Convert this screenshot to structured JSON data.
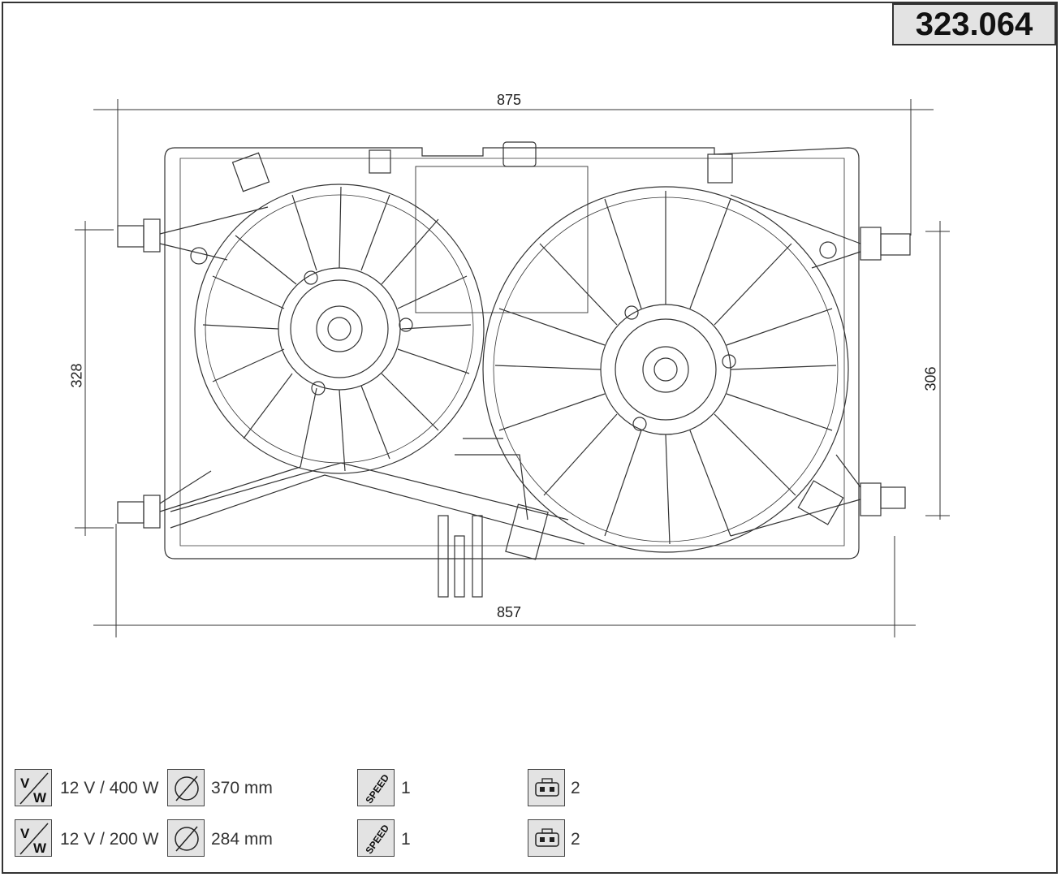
{
  "part_number": "323.064",
  "dimensions": {
    "top_width": "875",
    "bottom_width": "857",
    "left_height": "328",
    "right_height": "306"
  },
  "specs": [
    {
      "voltage_icon": "V/W",
      "voltage_power": "12 V / 400 W",
      "diameter_icon": "diameter-icon",
      "diameter": "370 mm",
      "speed_icon": "SPEED",
      "speed": "1",
      "connector_icon": "connector-icon",
      "connector_pins": "2"
    },
    {
      "voltage_icon": "V/W",
      "voltage_power": "12 V / 200 W",
      "diameter_icon": "diameter-icon",
      "diameter": "284 mm",
      "speed_icon": "SPEED",
      "speed": "1",
      "connector_icon": "connector-icon",
      "connector_pins": "2"
    }
  ],
  "icon_labels": {
    "v": "V",
    "w": "W",
    "speed": "SPEED"
  }
}
